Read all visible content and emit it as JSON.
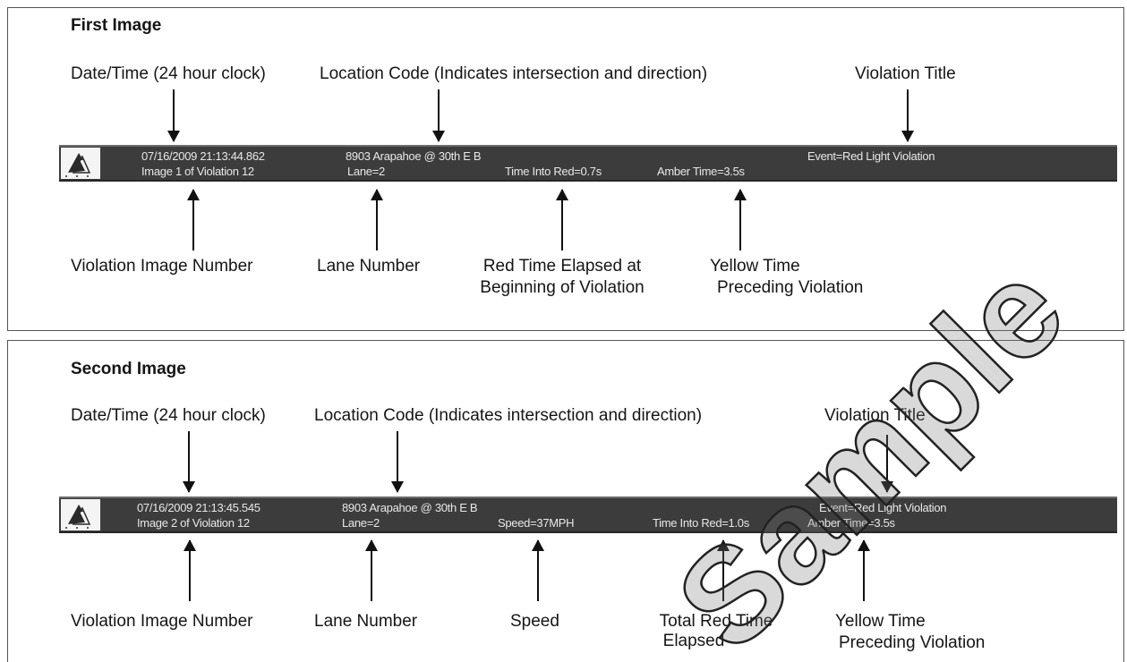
{
  "first": {
    "heading": "First Image",
    "labels": {
      "datetime": "Date/Time (24 hour clock)",
      "location": "Location Code (Indicates intersection and direction)",
      "violation_title": "Violation Title",
      "image_number": "Violation Image Number",
      "lane": "Lane Number",
      "red_time_1": "Red Time Elapsed at",
      "red_time_2": "Beginning of Violation",
      "yellow_1": "Yellow Time",
      "yellow_2": "Preceding Violation"
    },
    "bar": {
      "datetime": "07/16/2009 21:13:44.862",
      "image": "Image 1 of Violation 12",
      "location": "8903 Arapahoe @ 30th E B",
      "lane": "Lane=2",
      "time_into_red": "Time Into Red=0.7s",
      "amber_time": "Amber Time=3.5s",
      "event": "Event=Red Light Violation"
    }
  },
  "second": {
    "heading": "Second Image",
    "labels": {
      "datetime": "Date/Time (24 hour clock)",
      "location": "Location Code (Indicates intersection and direction)",
      "violation_title": "Violation Title",
      "image_number": "Violation Image Number",
      "lane": "Lane Number",
      "speed": "Speed",
      "total_red_1": "Total Red Time",
      "total_red_2": "Elapsed",
      "yellow_1": "Yellow Time",
      "yellow_2": "Preceding Violation"
    },
    "bar": {
      "datetime": "07/16/2009 21:13:45.545",
      "image": "Image 2 of Violation 12",
      "location": "8903 Arapahoe @ 30th E B",
      "lane": "Lane=2",
      "speed": "Speed=37MPH",
      "time_into_red": "Time Into Red=1.0s",
      "amber_time": "Amber Time=3.5s",
      "event": "Event=Red Light Violation"
    }
  },
  "watermark": "Sample"
}
